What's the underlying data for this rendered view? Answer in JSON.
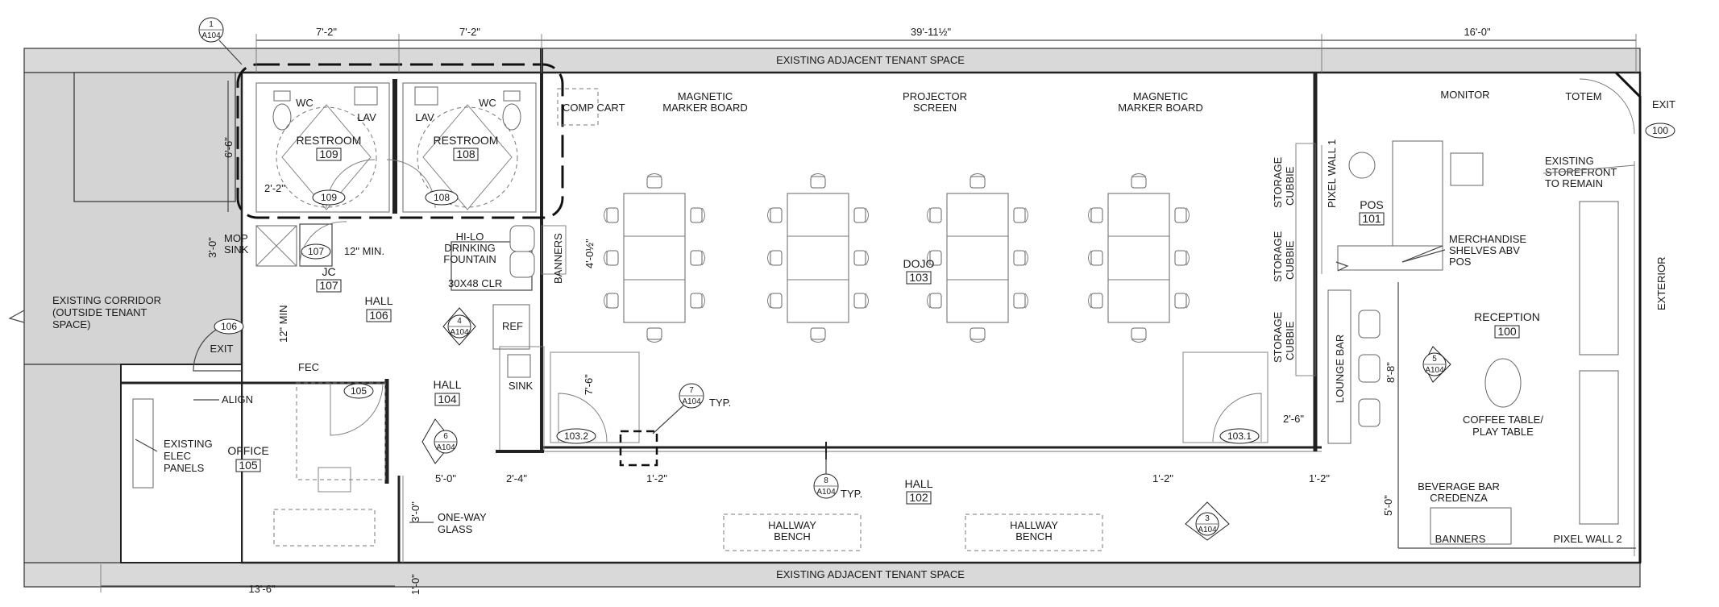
{
  "dimensions": {
    "d1": "7'-2\"",
    "d2": "7'-2\"",
    "d3": "39'-11½\"",
    "d4": "16'-0\"",
    "d5": "6'-6\"",
    "d6": "3'-0\"",
    "d7": "2'-2\"",
    "d8": "12\" MIN.",
    "d9": "12\" MIN",
    "d10": "4'-0½\"",
    "d11": "7'-6\"",
    "d12": "1'-2\"",
    "d13": "5'-0\"",
    "d14": "2'-4\"",
    "d15": "3'-0\"",
    "d16": "13'-6\"",
    "d17": "1'-0\"",
    "d18": "1'-2\"",
    "d19": "1'-2\"",
    "d20": "2'-6\"",
    "d21": "8'-8\"",
    "d22": "5'-0\""
  },
  "labels": {
    "adjacent_top": "EXISTING ADJACENT TENANT SPACE",
    "adjacent_bottom": "EXISTING ADJACENT TENANT SPACE",
    "corridor_1": "EXISTING CORRIDOR",
    "corridor_2": "(OUTSIDE TENANT",
    "corridor_3": "SPACE)",
    "wc1": "WC",
    "lav1": "LAV",
    "lav2": "LAV",
    "wc2": "WC",
    "comp_cart": "COMP CART",
    "mmb1a": "MAGNETIC",
    "mmb1b": "MARKER BOARD",
    "proj1": "PROJECTOR",
    "proj2": "SCREEN",
    "mmb2a": "MAGNETIC",
    "mmb2b": "MARKER BOARD",
    "monitor": "MONITOR",
    "totem": "TOTEM",
    "exit_top": "EXIT",
    "storefront1": "EXISTING",
    "storefront2": "STOREFRONT",
    "storefront3": "TO REMAIN",
    "exterior": "EXTERIOR",
    "pixel_wall_1": "PIXEL WALL 1",
    "storage1a": "STORAGE",
    "storage1b": "CUBBIE",
    "storage2a": "STORAGE",
    "storage2b": "CUBBIE",
    "storage3a": "STORAGE",
    "storage3b": "CUBBIE",
    "merch1": "MERCHANDISE",
    "merch2": "SHELVES ABV",
    "merch3": "POS",
    "lounge_bar": "LOUNGE BAR",
    "coffee1": "COFFEE TABLE/",
    "coffee2": "PLAY TABLE",
    "bev1": "BEVERAGE BAR",
    "bev2": "CREDENZA",
    "banners_bottom": "BANNERS",
    "pixel_wall_2": "PIXEL WALL 2",
    "mop1": "MOP",
    "mop2": "SINK",
    "hilo1": "HI-LO",
    "hilo2": "DRINKING",
    "hilo3": "FOUNTAIN",
    "clr": "30X48 CLR",
    "banners_side": "BANNERS",
    "ref": "REF",
    "sink": "SINK",
    "exit_left": "EXIT",
    "align": "ALIGN",
    "fec": "FEC",
    "elec1": "EXISTING",
    "elec2": "ELEC",
    "elec3": "PANELS",
    "oneway1": "ONE-WAY",
    "oneway2": "GLASS",
    "bench1a": "HALLWAY",
    "bench1b": "BENCH",
    "bench2a": "HALLWAY",
    "bench2b": "BENCH",
    "typ1": "TYP.",
    "typ2": "TYP."
  },
  "rooms": {
    "r109_name": "RESTROOM",
    "r109_num": "109",
    "r108_name": "RESTROOM",
    "r108_num": "108",
    "r103_name": "DOJO",
    "r103_num": "103",
    "r101_name": "POS",
    "r101_num": "101",
    "r100_name": "RECEPTION",
    "r100_num": "100",
    "r106_name": "HALL",
    "r106_num": "106",
    "r107_name": "JC",
    "r107_num": "107",
    "r104_name": "HALL",
    "r104_num": "104",
    "r105_name": "OFFICE",
    "r105_num": "105",
    "r102_name": "HALL",
    "r102_num": "102"
  },
  "doors": {
    "d109": "109",
    "d108": "108",
    "d107": "107",
    "d106": "106",
    "d105": "105",
    "d1032": "103.2",
    "d1031": "103.1",
    "d100": "100"
  },
  "callouts": {
    "c1_num": "1",
    "c1_sheet": "A104",
    "c4_num": "4",
    "c4_sheet": "A104",
    "c5_num": "5",
    "c5_sheet": "A104",
    "c6_num": "6",
    "c6_sheet": "A104",
    "c7_num": "7",
    "c7_sheet": "A104",
    "c8_num": "8",
    "c8_sheet": "A104",
    "c3_num": "3",
    "c3_sheet": "A104"
  }
}
